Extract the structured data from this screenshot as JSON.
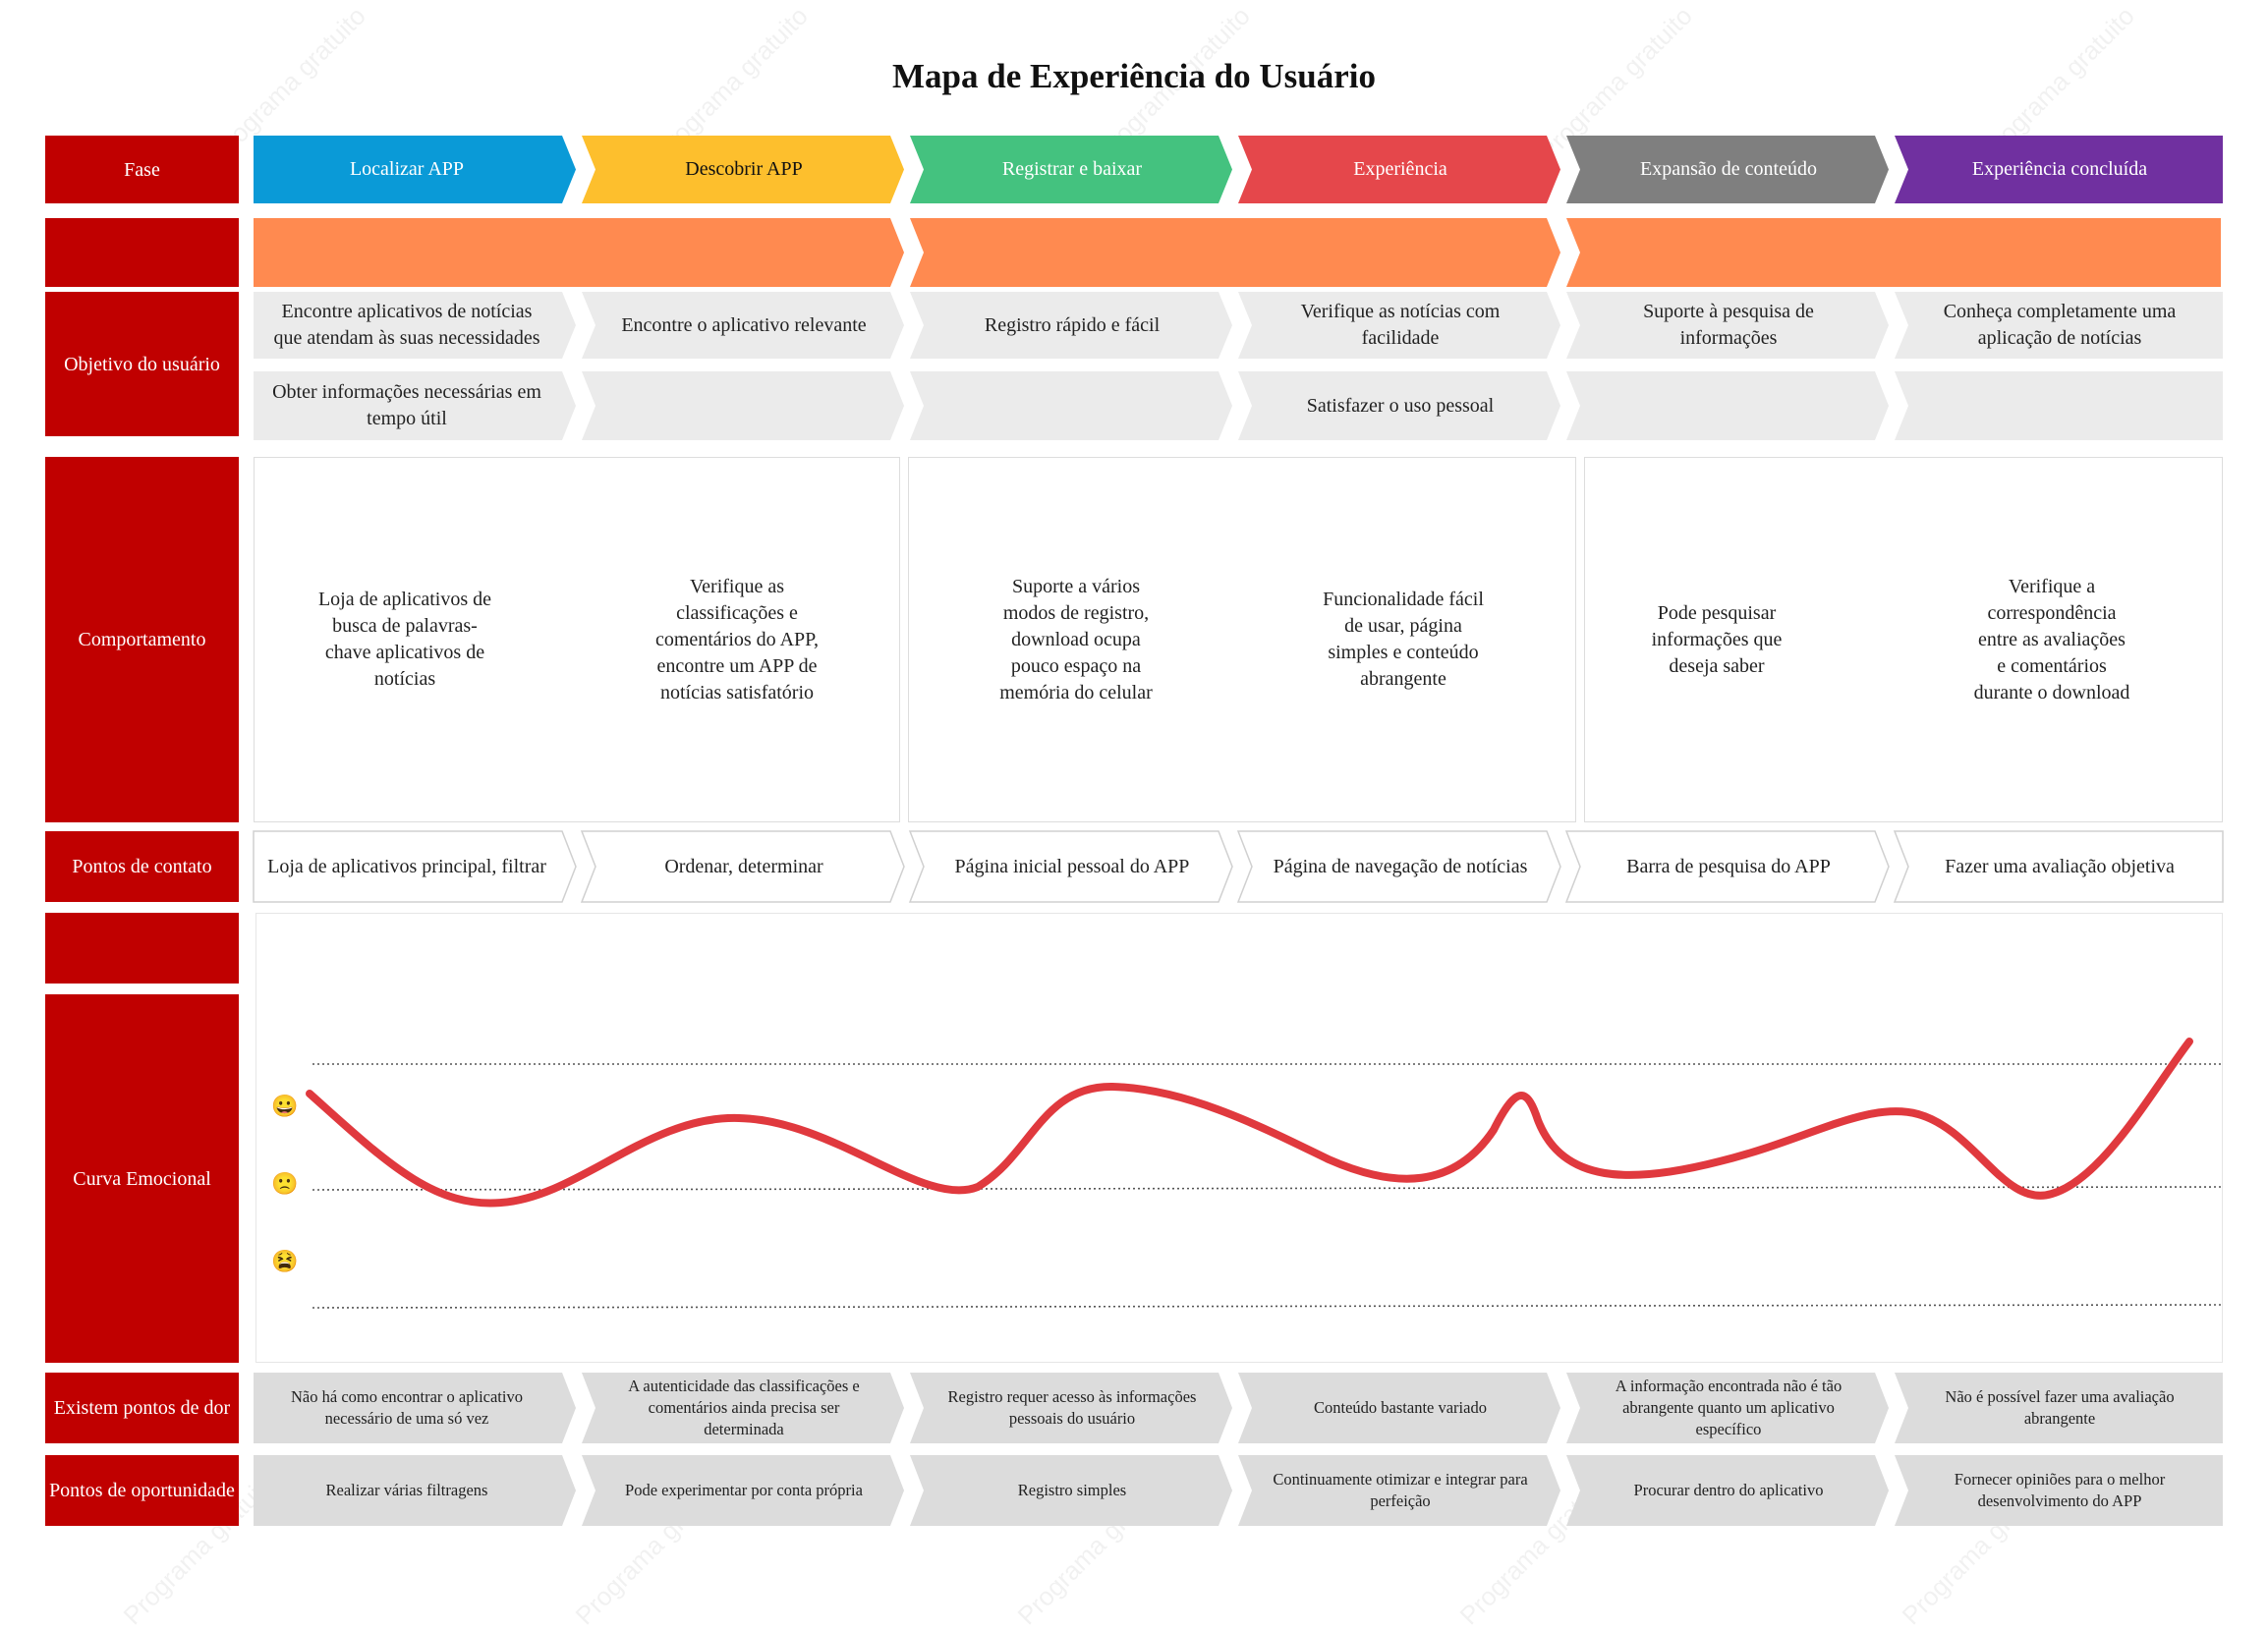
{
  "title": "Mapa de Experiência do Usuário",
  "watermark": "Programa gratuito",
  "row_labels": {
    "phase": "Fase",
    "goal": "Objetivo do usuário",
    "behavior": "Comportamento",
    "touchpoints": "Pontos de contato",
    "emotion": "Curva Emocional",
    "pain": "Existem pontos de dor",
    "opportunity": "Pontos de oportunidade"
  },
  "phases": [
    {
      "name": "Localizar APP",
      "color": "#0a9ad7",
      "text_color": "#ffffff"
    },
    {
      "name": "Descobrir APP",
      "color": "#fdbf2d",
      "text_color": "#111111"
    },
    {
      "name": "Registrar e baixar",
      "color": "#44c27f",
      "text_color": "#ffffff"
    },
    {
      "name": "Experiência",
      "color": "#e5474b",
      "text_color": "#ffffff"
    },
    {
      "name": "Expansão de conteúdo",
      "color": "#7f7f7f",
      "text_color": "#ffffff"
    },
    {
      "name": "Experiência concluída",
      "color": "#7030a0",
      "text_color": "#ffffff"
    }
  ],
  "stage_bar_color": "#ff8a50",
  "label_color": "#c00000",
  "goals_row1": [
    "Encontre aplicativos de notícias que atendam às suas necessidades",
    "Encontre o aplicativo relevante",
    "Registro rápido e fácil",
    "Verifique as notícias com facilidade",
    "Suporte à pesquisa de informações",
    "Conheça completamente uma aplicação de notícias"
  ],
  "goals_row2": [
    "Obter informações necessárias em tempo útil",
    "",
    "",
    "Satisfazer o uso pessoal",
    "",
    ""
  ],
  "behaviors": [
    "Loja de aplicativos de busca de palavras-chave aplicativos de notícias",
    "Verifique as classificações e comentários do APP, encontre um APP de notícias satisfatório",
    "Suporte a vários modos de registro, download ocupa pouco espaço na memória do celular",
    "Funcionalidade fácil de usar, página simples e conteúdo abrangente",
    "Pode pesquisar informações que deseja saber",
    "Verifique a correspondência entre as avaliações e comentários durante o download"
  ],
  "touchpoints": [
    "Loja de aplicativos principal, filtrar",
    "Ordenar, determinar",
    "Página inicial pessoal do APP",
    "Página de navegação de notícias",
    "Barra de pesquisa do APP",
    "Fazer uma avaliação objetiva"
  ],
  "emotion_levels": [
    {
      "icon": "smiling-face-icon",
      "glyph": "😀"
    },
    {
      "icon": "frowning-face-icon",
      "glyph": "🙁"
    },
    {
      "icon": "weary-face-icon",
      "glyph": "😫"
    }
  ],
  "curve_color": "#e0393e",
  "pains": [
    "Não há como encontrar o aplicativo necessário de uma só vez",
    "A autenticidade das classificações e comentários ainda precisa ser determinada",
    "Registro requer acesso às informações pessoais do usuário",
    "Conteúdo bastante variado",
    "A informação encontrada não é tão abrangente quanto um aplicativo específico",
    "Não é possível fazer uma avaliação abrangente"
  ],
  "opportunities": [
    "Realizar várias filtragens",
    "Pode experimentar por conta própria",
    "Registro simples",
    "Continuamente otimizar e integrar para perfeição",
    "Procurar dentro do aplicativo",
    "Fornecer opiniões para o melhor desenvolvimento do APP"
  ]
}
